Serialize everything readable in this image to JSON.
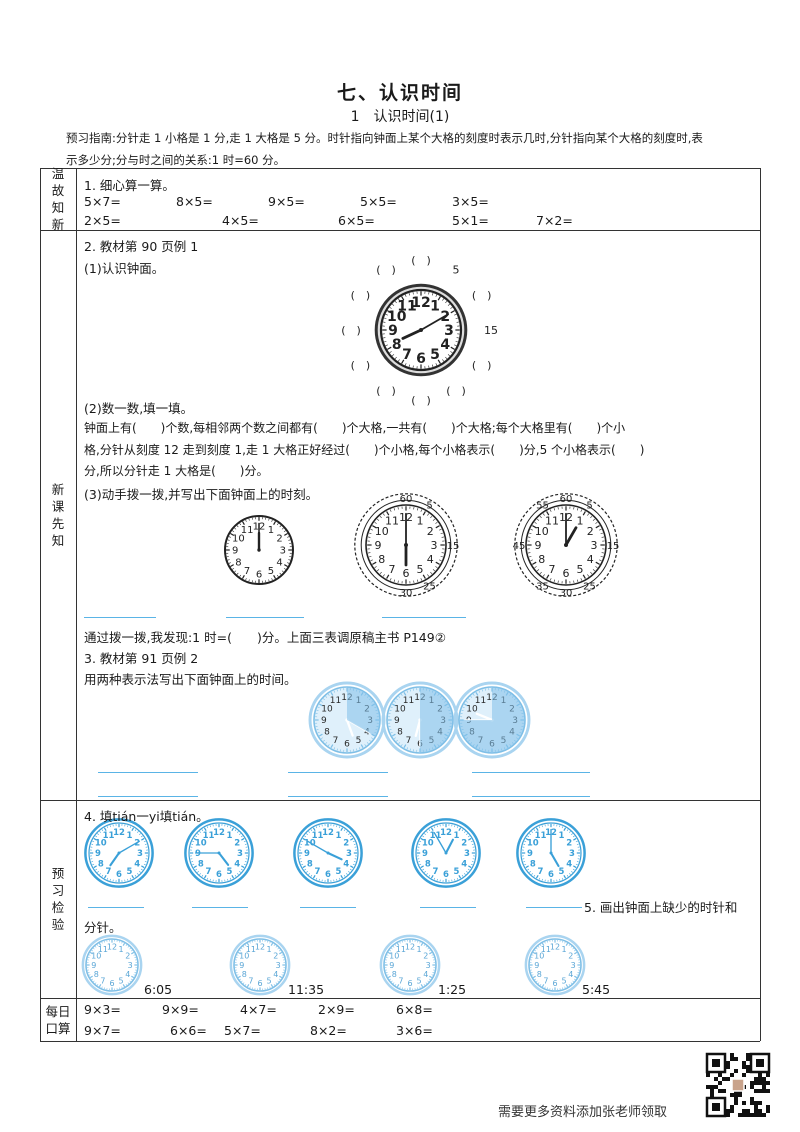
{
  "header": {
    "title": "七、认识时间",
    "subtitle": "1　认识时间(1)",
    "guide_line1": "预习指南:分针走 1 小格是 1 分,走 1 大格是 5 分。时针指向钟面上某个大格的刻度时表示几时,分针指向某个大格的刻度时,表",
    "guide_line2": "示多少分;分与时之间的关系:1 时=60 分。"
  },
  "sections": {
    "review": "温故知新",
    "new": "新课先知",
    "preview": "预习检验",
    "daily": "每日口算"
  },
  "q1": {
    "title": "1. 细心算一算。",
    "row1": [
      "5×7=",
      "8×5=",
      "9×5=",
      "5×5=",
      "3×5="
    ],
    "row2": [
      "2×5=",
      "4×5=",
      "6×5=",
      "5×1=",
      "7×2="
    ]
  },
  "q2": {
    "title": "2. 教材第 90 页例 1",
    "p1": "(1)认识钟面。",
    "clock_numbers": [
      "12",
      "1",
      "2",
      "3",
      "4",
      "5",
      "6",
      "7",
      "8",
      "9",
      "10",
      "11"
    ],
    "outer_labels": {
      "five": "5",
      "fifteen": "15"
    },
    "paren": "(　)",
    "p2": "(2)数一数,填一填。",
    "p2_line1": "钟面上有(　　)个数,每相邻两个数之间都有(　　)个大格,一共有(　　)个大格;每个大格里有(　　)个小",
    "p2_line2": "格,分针从刻度 12 走到刻度 1,走 1 大格正好经过(　　)个小格,每个小格表示(　　)分,5 个小格表示(　　)",
    "p2_line3": "分,所以分针走 1 大格是(　　)分。",
    "p3": "(3)动手拨一拨,并写出下面钟面上的时刻。",
    "minute_labels": [
      "60",
      "5",
      "15",
      "25",
      "30",
      "35",
      "45",
      "55"
    ],
    "discover": "通过拨一拨,我发现:1 时=(　　)分。上面三表调原稿主书 P149②"
  },
  "q3": {
    "title": "3. 教材第 91 页例 2",
    "desc": "用两种表示法写出下面钟面上的时间。"
  },
  "q4": {
    "title": "4. 填tián一yi填tián。",
    "q5_text": "5. 画出钟面上缺少的时针和",
    "q5_text2": "分针。",
    "times": [
      "6:05",
      "11:35",
      "1:25",
      "5:45"
    ]
  },
  "daily": {
    "row1": [
      "9×3=",
      "9×9=",
      "4×7=",
      "2×9=",
      "6×8="
    ],
    "row2": [
      "9×7=",
      "6×6=",
      "5×7=",
      "8×2=",
      "3×6="
    ]
  },
  "footer": {
    "text": "需要更多资料添加张老师领取"
  },
  "colors": {
    "blue_clock": "#3aa0d8",
    "light_blue": "#a9d4f0",
    "blank_line": "#5ab4e6"
  }
}
